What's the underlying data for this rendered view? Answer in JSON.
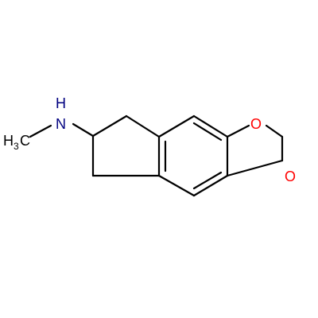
{
  "molecule": {
    "atoms": {
      "n": {
        "symbol": "N",
        "hydrogen": "H",
        "color": "#000080"
      },
      "methyl": {
        "base": "H",
        "subscript": "3",
        "carbon": "C",
        "color": "#000000"
      },
      "o_top": {
        "symbol": "O",
        "color": "#ff0000"
      },
      "o_bottom": {
        "symbol": "O",
        "color": "#ff0000"
      }
    },
    "bond_color": "#000000"
  }
}
